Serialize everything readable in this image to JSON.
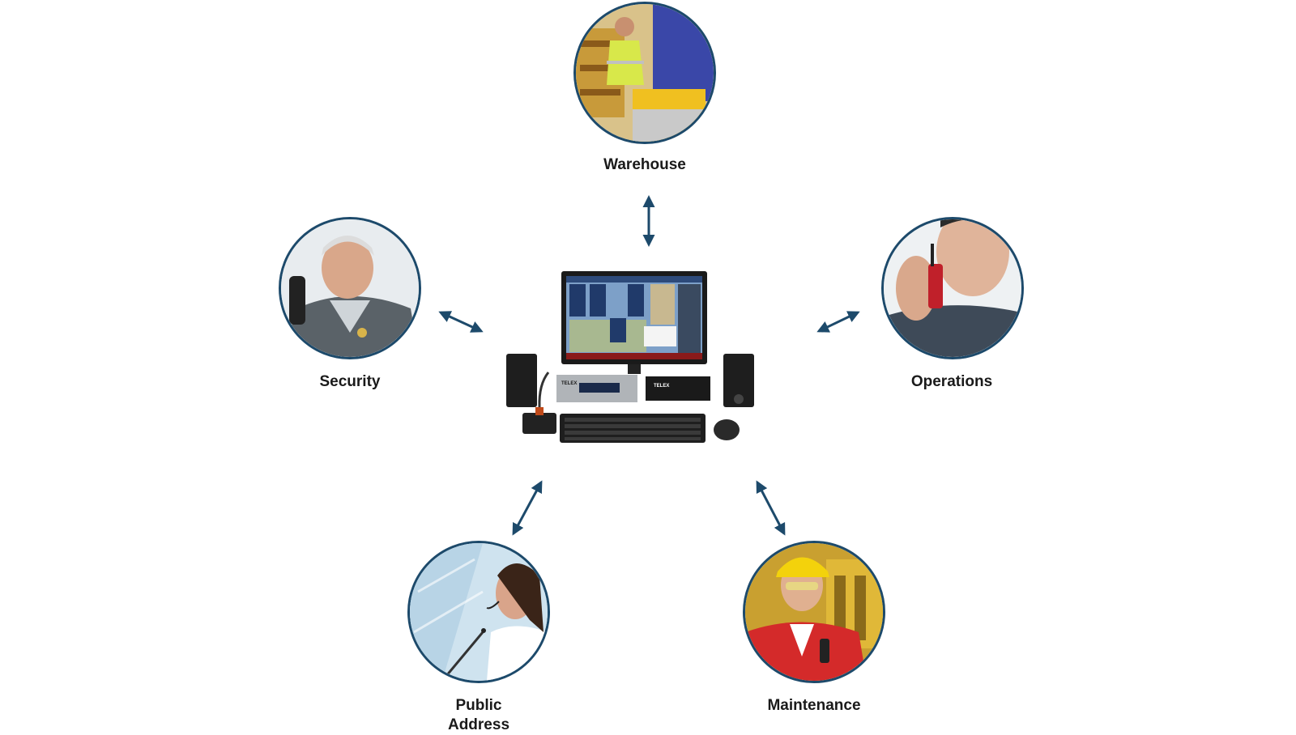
{
  "nodes": {
    "warehouse": {
      "label": "Warehouse"
    },
    "security": {
      "label": "Security"
    },
    "operations": {
      "label": "Operations"
    },
    "public_address": {
      "label_line1": "Public",
      "label_line2": "Address"
    },
    "maintenance": {
      "label": "Maintenance"
    }
  },
  "center": {
    "device_brand": "TELEX"
  },
  "colors": {
    "accent": "#1d4a6b",
    "arrow": "#1d4a6b",
    "text": "#1a1a1a"
  },
  "icons": [
    "double-arrow-icon"
  ]
}
